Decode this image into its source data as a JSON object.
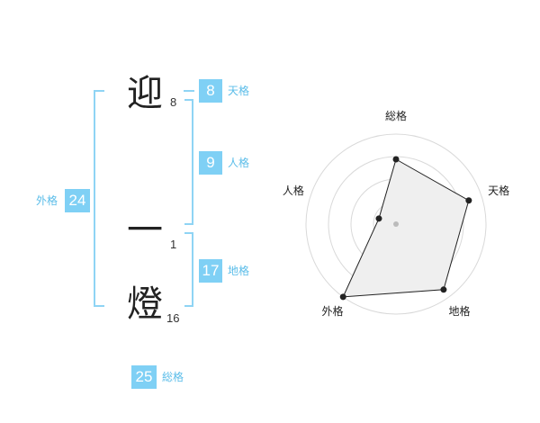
{
  "name": {
    "chars": [
      {
        "char": "迎",
        "strokes": "8"
      },
      {
        "char": "一",
        "strokes": "1"
      },
      {
        "char": "燈",
        "strokes": "16"
      }
    ]
  },
  "scores": {
    "tenkaku": {
      "value": "8",
      "label": "天格"
    },
    "jinkaku": {
      "value": "9",
      "label": "人格"
    },
    "chikaku": {
      "value": "17",
      "label": "地格"
    },
    "gaikaku": {
      "value": "24",
      "label": "外格"
    },
    "soukaku": {
      "value": "25",
      "label": "総格"
    }
  },
  "chart_data": {
    "type": "radar",
    "axes": [
      "総格",
      "天格",
      "地格",
      "外格",
      "人格"
    ],
    "values": [
      0.72,
      0.85,
      0.9,
      1.0,
      0.2
    ],
    "rings": 4,
    "colors": {
      "grid": "#d9d9d9",
      "fill": "#efefef",
      "line": "#222222",
      "point": "#222222",
      "center": "#bbbbbb"
    }
  }
}
